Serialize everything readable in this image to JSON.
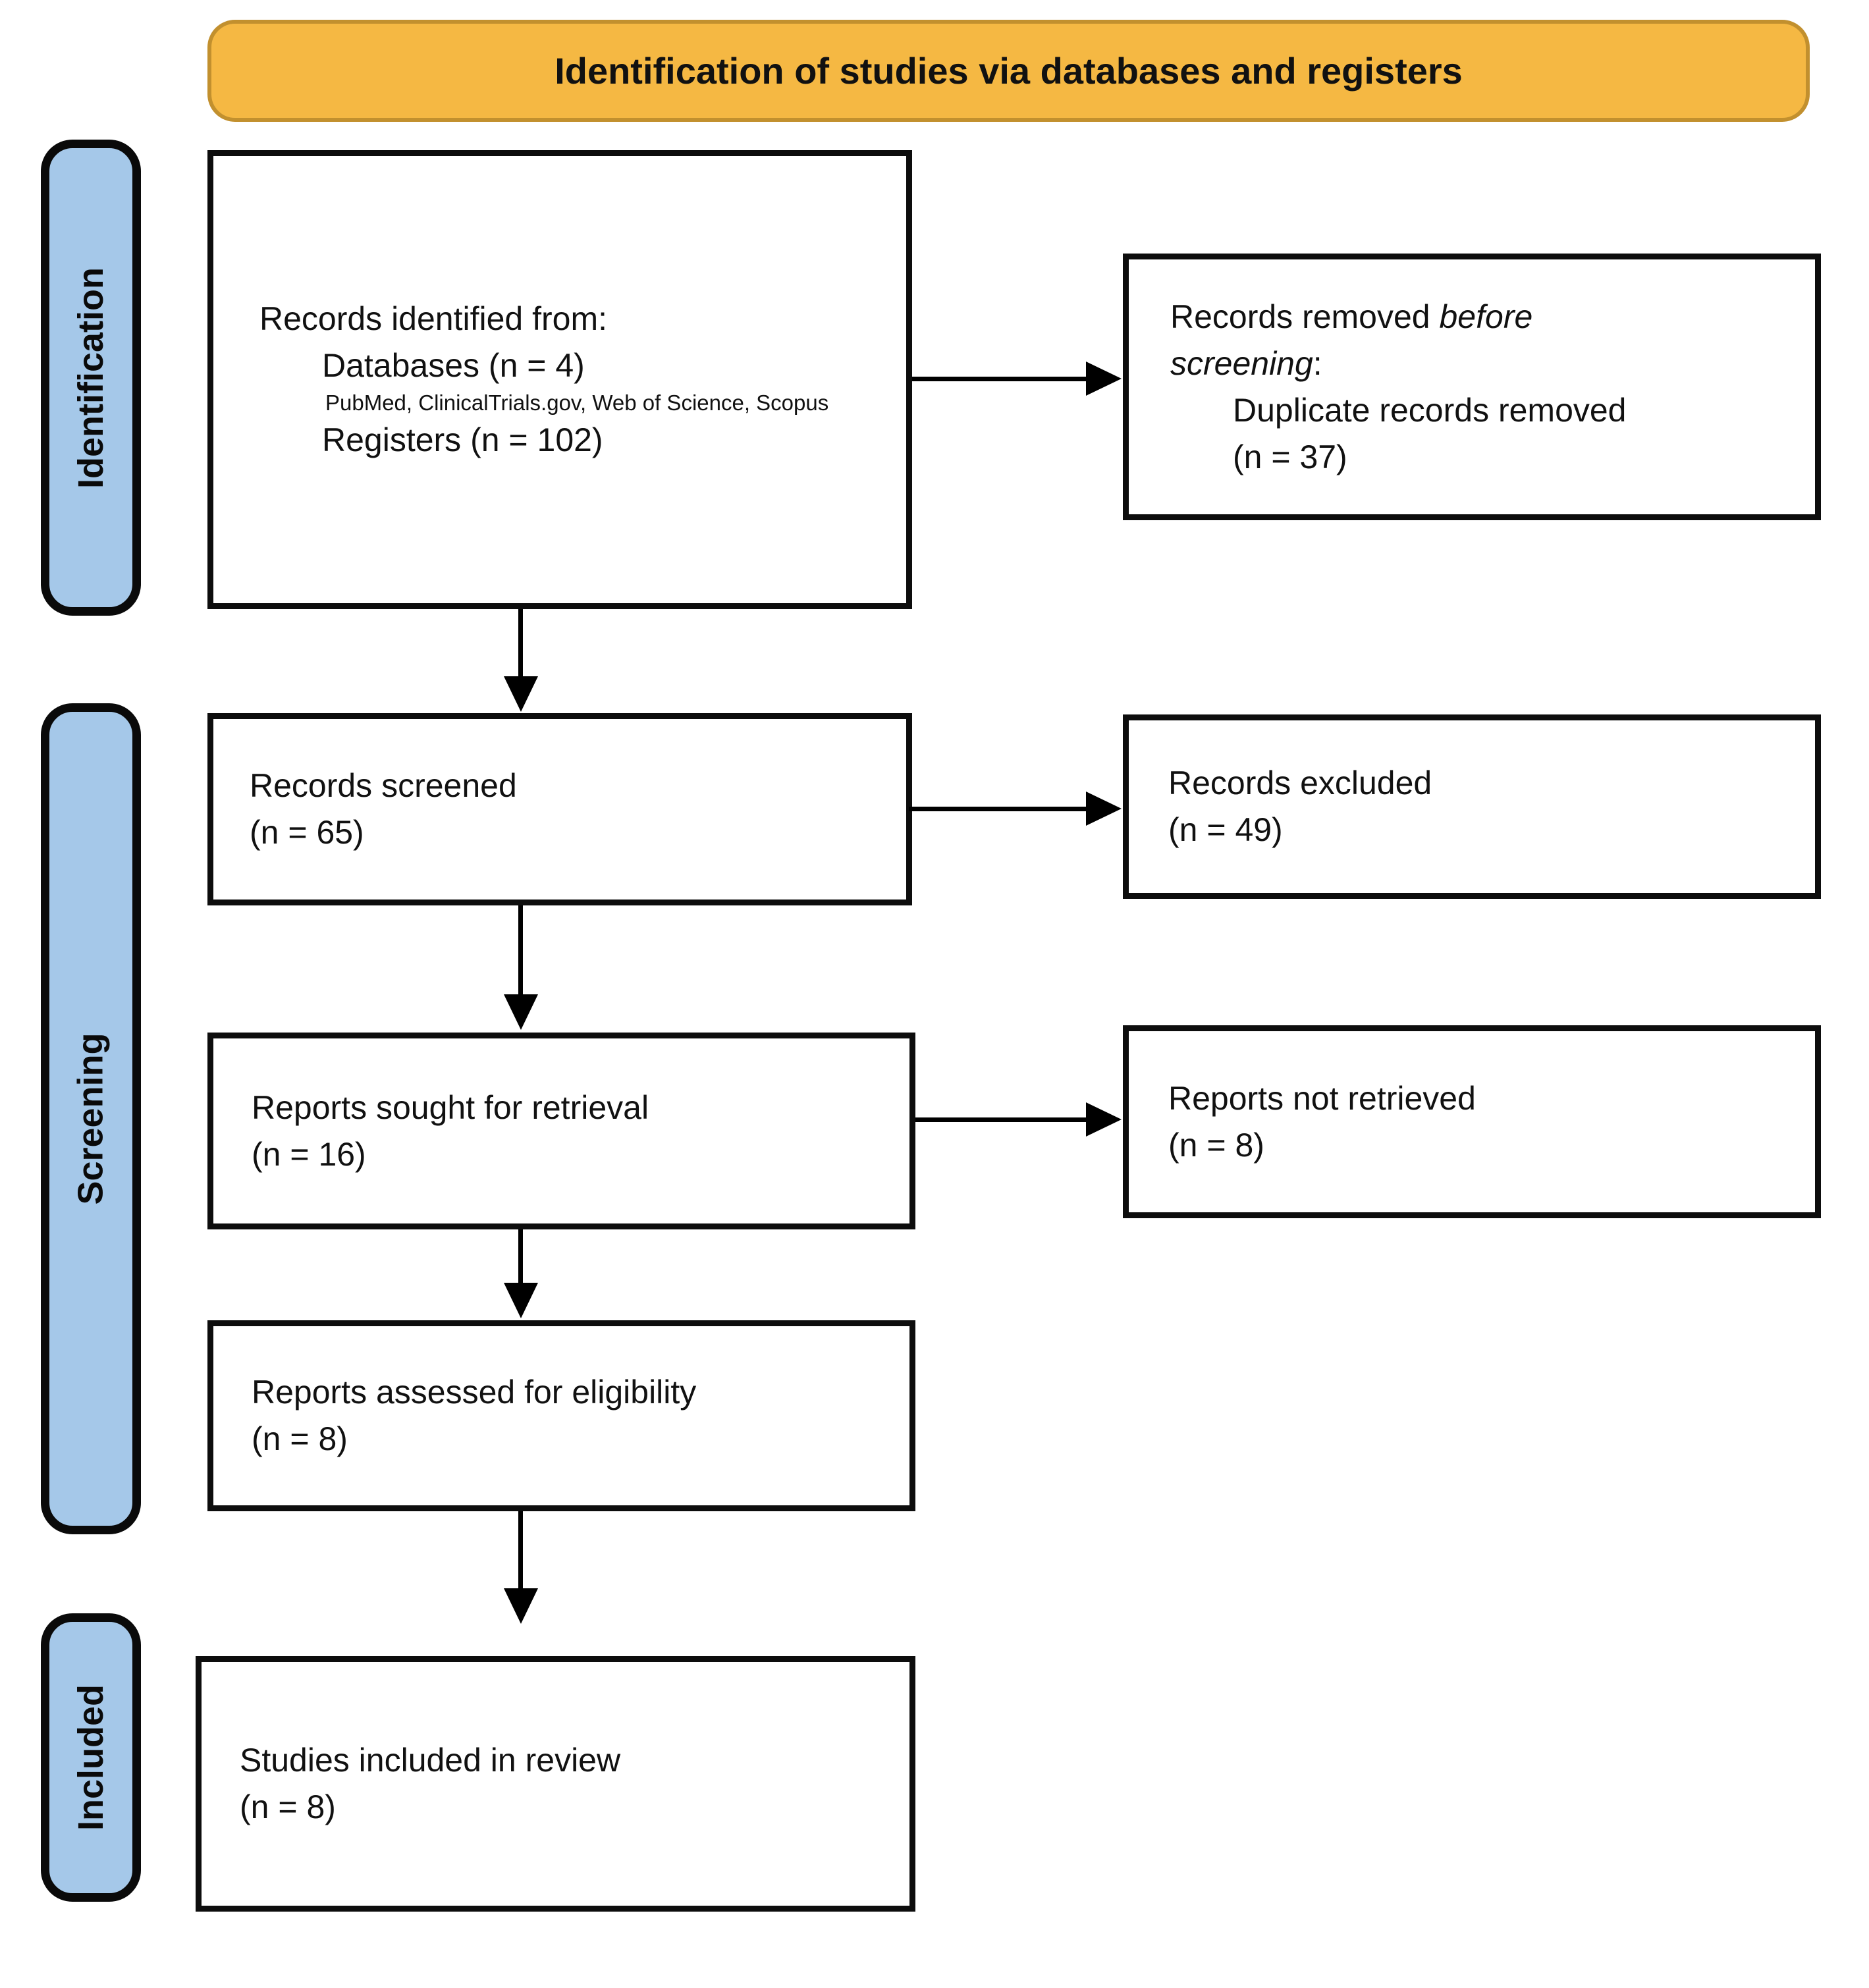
{
  "title": "Identification of studies via databases and registers",
  "stages": {
    "identification": "Identification",
    "screening": "Screening",
    "included": "Included"
  },
  "boxes": {
    "records_identified": {
      "heading": "Records identified from:",
      "databases": "Databases (n = 4)",
      "databases_detail": "PubMed, ClinicalTrials.gov, Web of Science, Scopus",
      "registers": "Registers (n = 102)"
    },
    "records_removed": {
      "line1_normal": "Records removed ",
      "line1_italic": "before",
      "line2_italic": "screening",
      "line2_normal": ":",
      "reason": "Duplicate records removed",
      "count": "(n = 37)"
    },
    "records_screened": {
      "label": "Records screened",
      "count": "(n = 65)"
    },
    "records_excluded": {
      "label": "Records excluded",
      "count": "(n = 49)"
    },
    "reports_sought": {
      "label": "Reports sought for retrieval",
      "count": "(n = 16)"
    },
    "reports_not_retrieved": {
      "label": "Reports not retrieved",
      "count": "(n = 8)"
    },
    "reports_assessed": {
      "label": "Reports assessed for eligibility",
      "count": "(n = 8)"
    },
    "studies_included": {
      "label": "Studies included in review",
      "count": "(n = 8)"
    }
  },
  "colors": {
    "banner_fill": "#F5B843",
    "banner_border": "#C2902E",
    "stage_fill": "#A5C8E9",
    "box_border": "#0d0d0d",
    "line": "#000000"
  }
}
